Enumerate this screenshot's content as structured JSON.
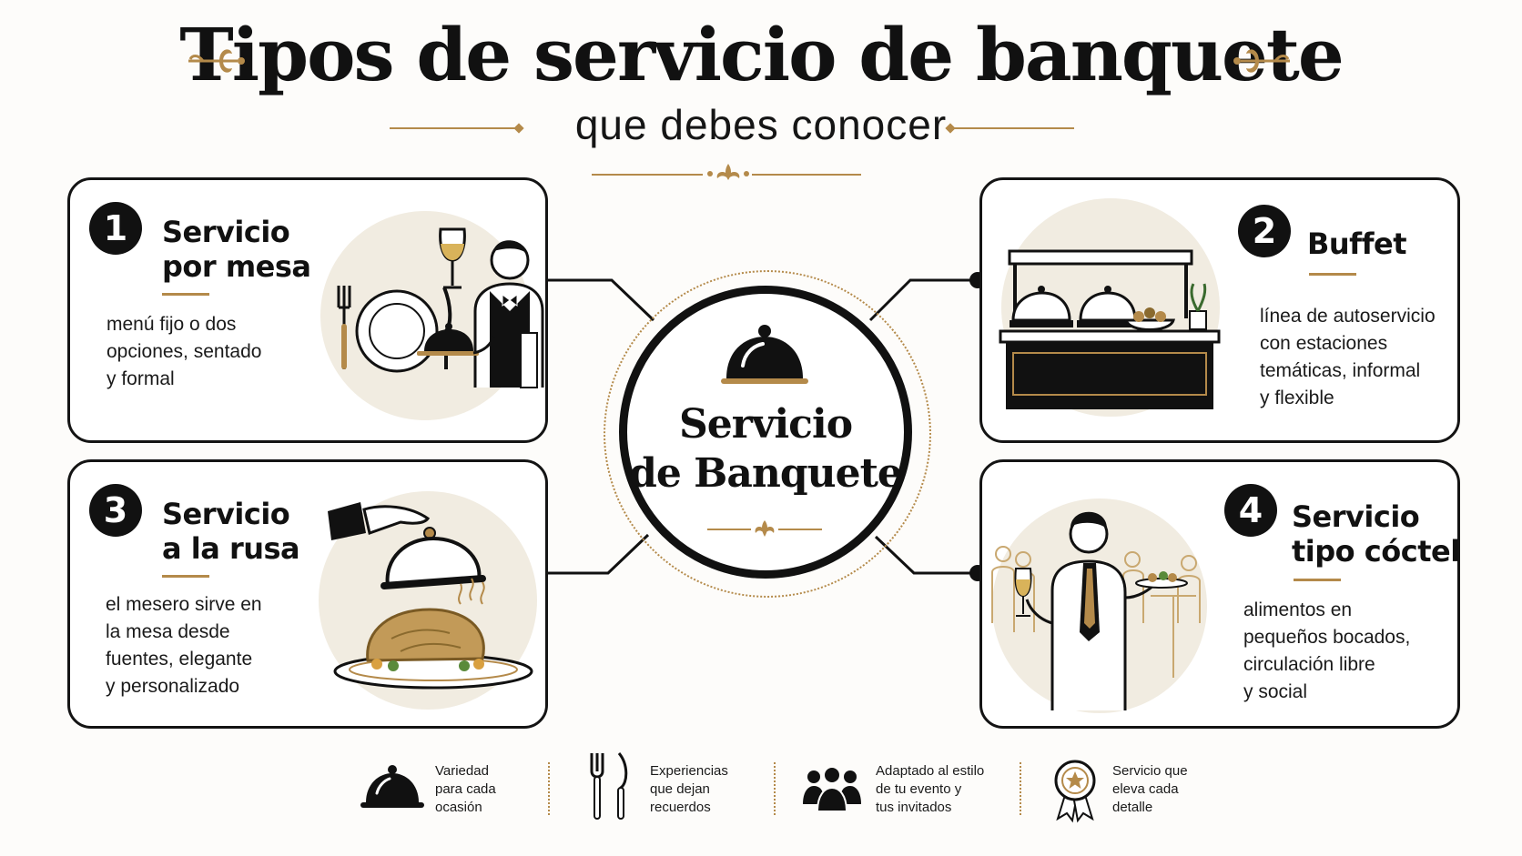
{
  "header": {
    "title": "Tipos de servicio de banquete",
    "subtitle": "que debes conocer"
  },
  "center": {
    "lines": [
      "Servicio",
      "de Banquete"
    ]
  },
  "cards": [
    {
      "number": "1",
      "title_lines": [
        "Servicio",
        "por mesa"
      ],
      "desc_lines": [
        "menú fijo o dos",
        "opciones, sentado",
        "y formal"
      ]
    },
    {
      "number": "2",
      "title_lines": [
        "Buffet"
      ],
      "desc_lines": [
        "línea de autoservicio",
        "con estaciones",
        "temáticas, informal",
        "y flexible"
      ]
    },
    {
      "number": "3",
      "title_lines": [
        "Servicio",
        "a la rusa"
      ],
      "desc_lines": [
        "el mesero sirve en",
        "la mesa desde",
        "fuentes, elegante",
        "y personalizado"
      ]
    },
    {
      "number": "4",
      "title_lines": [
        "Servicio",
        "tipo cóctel"
      ],
      "desc_lines": [
        "alimentos en",
        "pequeños bocados,",
        "circulación libre",
        "y social"
      ]
    }
  ],
  "features": [
    {
      "icon": "cloche-icon",
      "lines": [
        "Variedad",
        "para cada",
        "ocasión"
      ]
    },
    {
      "icon": "fork-knife-icon",
      "lines": [
        "Experiencias",
        "que dejan",
        "recuerdos"
      ]
    },
    {
      "icon": "people-icon",
      "lines": [
        "Adaptado al estilo",
        "de tu evento y",
        "tus invitados"
      ]
    },
    {
      "icon": "award-badge-icon",
      "lines": [
        "Servicio que",
        "eleva cada",
        "detalle"
      ]
    }
  ],
  "colors": {
    "accent": "#b48a4a",
    "ink": "#111111",
    "blob": "#f1ece1"
  }
}
